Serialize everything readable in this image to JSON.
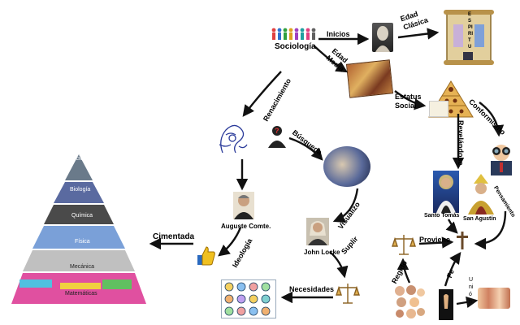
{
  "labels": {
    "sociologia": "Sociología",
    "inicios": "Inicios",
    "edad_clasica": "Edad Clásica",
    "edad_media": "Edad Media",
    "estatus_social": "Estatus Social",
    "conformismo": "Conformismo",
    "revelandose": "Revelándose",
    "renacimiento": "Renacimiento",
    "busqueda": "Búsqueda",
    "visualizo": "Visualizo",
    "auguste_comte": "Auguste Comte.",
    "ideologia": "Ideología",
    "cimentada": "Cimentada",
    "john_locke": "John Locke",
    "suplir": "Suplir",
    "necesidades": "Necesidades",
    "santo_tomas": "Santo Tomás",
    "san_agustin": "San Agustín",
    "pensamiento": "Pensamiento",
    "proviene": "Proviene",
    "regido": "Regido",
    "fe": "Fe",
    "union": "Unión",
    "espiritu": "ESPIRITU"
  },
  "pyramid": {
    "levels": [
      "Sociología",
      "Biología",
      "Química",
      "Física",
      "Mecánica",
      "Matemáticas"
    ]
  },
  "colors": {
    "arrow": "#111111",
    "scroll": "#d8c08a",
    "gold": "#c89a3c"
  }
}
